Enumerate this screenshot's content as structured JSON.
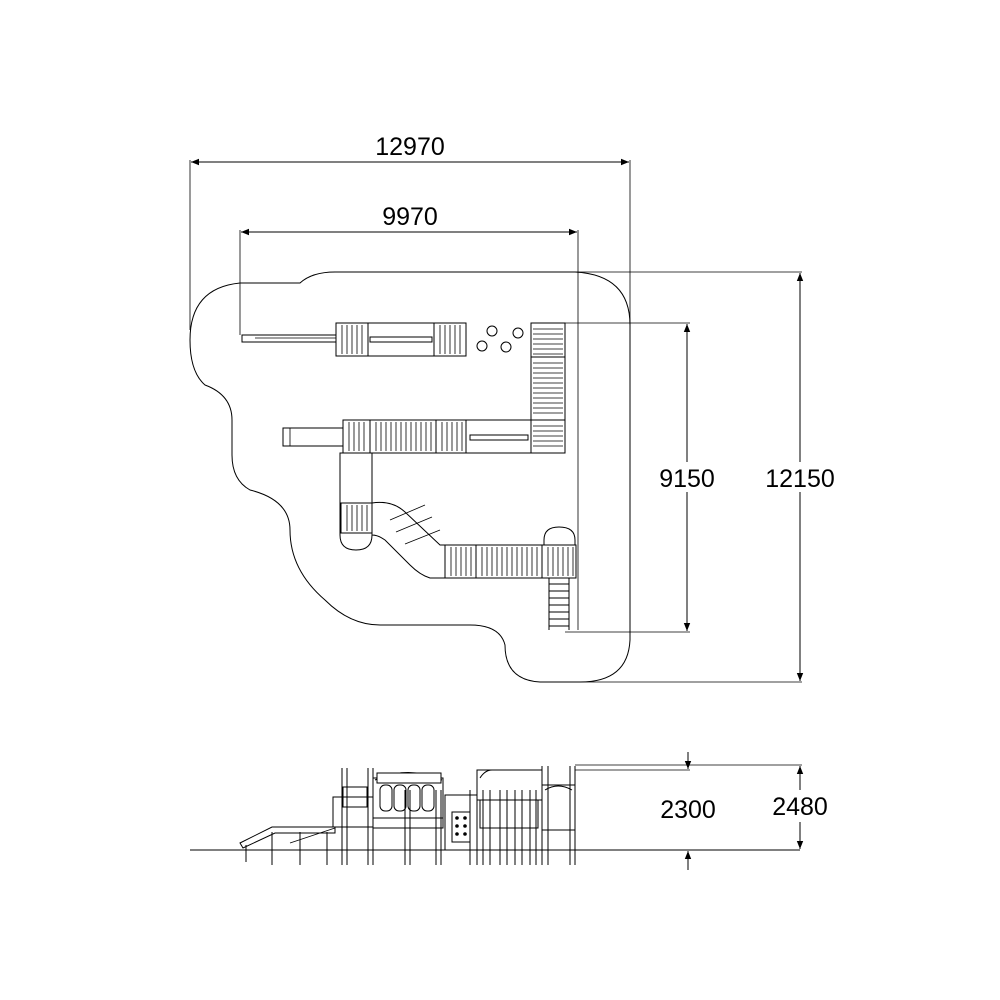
{
  "dimensions": {
    "overall_width": "12970",
    "inner_width": "9970",
    "inner_depth": "9150",
    "overall_depth": "12150",
    "platform_height": "2300",
    "total_height": "2480"
  }
}
